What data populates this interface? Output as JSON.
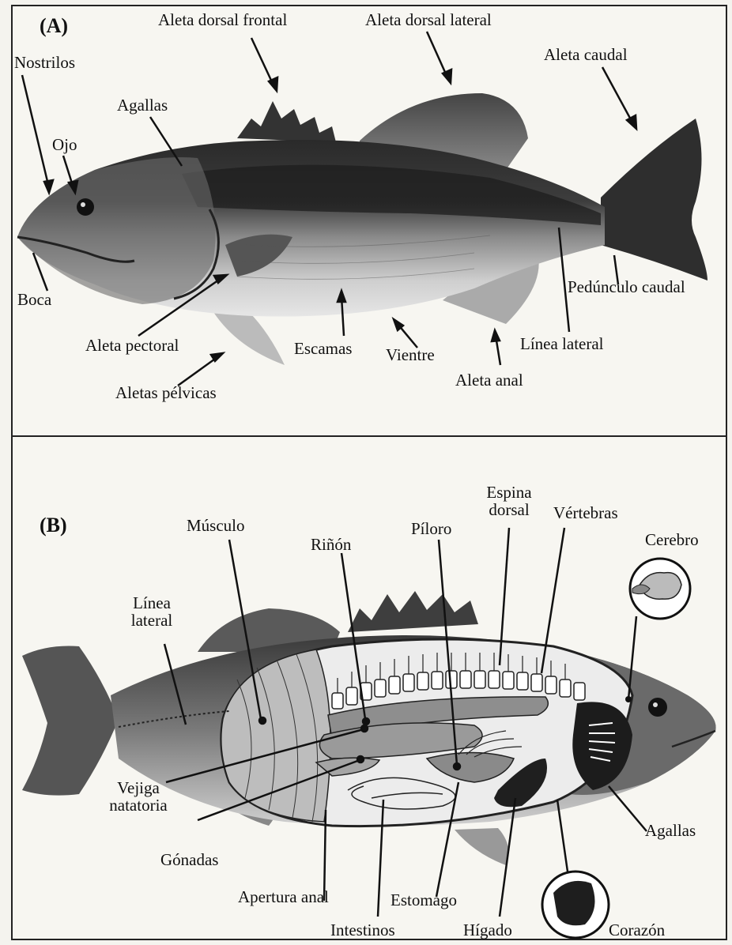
{
  "panel_a": {
    "letter": "(A)",
    "labels": {
      "nostrilos": "Nostrilos",
      "ojo": "Ojo",
      "agallas": "Agallas",
      "aleta_dorsal_frontal": "Aleta dorsal frontal",
      "aleta_dorsal_lateral": "Aleta dorsal lateral",
      "aleta_caudal": "Aleta caudal",
      "boca": "Boca",
      "aleta_pectoral": "Aleta pectoral",
      "aletas_pelvicas": "Aletas pélvicas",
      "escamas": "Escamas",
      "vientre": "Vientre",
      "aleta_anal": "Aleta anal",
      "linea_lateral": "Línea lateral",
      "pedunculo_caudal": "Pedúnculo caudal"
    }
  },
  "panel_b": {
    "letter": "(B)",
    "labels": {
      "musculo": "Músculo",
      "rinon": "Riñón",
      "piloro": "Píloro",
      "espina_l1": "Espina",
      "espina_l2": "dorsal",
      "vertebras": "Vértebras",
      "cerebro": "Cerebro",
      "linea_l1": "Línea",
      "linea_l2": "lateral",
      "vejiga_l1": "Vejiga",
      "vejiga_l2": "natatoria",
      "gonadas": "Gónadas",
      "apertura_anal": "Apertura anal",
      "intestinos": "Intestinos",
      "estomago": "Estomago",
      "higado": "Hígado",
      "corazon": "Corazón",
      "agallas": "Agallas"
    }
  }
}
